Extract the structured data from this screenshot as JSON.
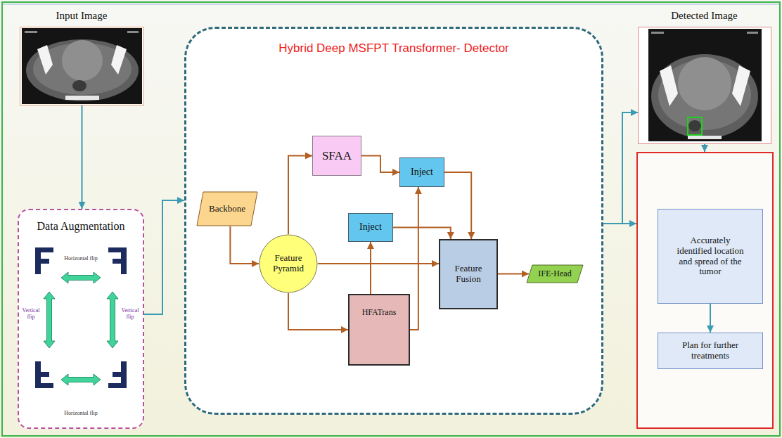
{
  "diagram": {
    "nodes": [
      {
        "text": [
          "Input Image"
        ]
      },
      {
        "text": [
          "Data Augmentation",
          "Horizontal flip",
          "Vertical flip",
          "Vertical flip",
          "Horizontal flip"
        ]
      },
      {
        "text": [
          "Hybrid Deep MSFPT Transformer- Detector"
        ]
      },
      {
        "text": [
          "Backbone"
        ],
        "in": 2
      },
      {
        "text": [
          "Feature Pyramid"
        ],
        "in": 2
      },
      {
        "text": [
          "SFAA"
        ],
        "in": 2
      },
      {
        "text": [
          "Inject"
        ],
        "in": 2
      },
      {
        "text": [
          "Inject"
        ],
        "in": 2
      },
      {
        "text": [
          "HFATrans"
        ],
        "in": 2
      },
      {
        "text": [
          "Feature Fusion"
        ],
        "in": 2
      },
      {
        "text": [
          "IFE-Head"
        ],
        "in": 2
      },
      {
        "text": [
          "Detected Image"
        ]
      },
      {
        "text": []
      },
      {
        "text": [
          "Accurately identified location and spread of the tumor"
        ],
        "in": 12
      },
      {
        "text": [
          "Plan for further treatments"
        ],
        "in": 12
      }
    ],
    "edges": [
      {
        "from": 0,
        "to": 1,
        "arrow": "to"
      },
      {
        "from": 1,
        "to": 2,
        "arrow": "to"
      },
      {
        "from": 3,
        "to": 4,
        "arrow": "to"
      },
      {
        "from": 4,
        "to": 5,
        "arrow": "to"
      },
      {
        "from": 5,
        "to": 6,
        "arrow": "to"
      },
      {
        "from": 4,
        "to": 9,
        "arrow": "to"
      },
      {
        "from": 4,
        "to": 8,
        "arrow": "to"
      },
      {
        "from": 8,
        "to": 7,
        "arrow": "to"
      },
      {
        "from": 8,
        "to": 6,
        "arrow": "to"
      },
      {
        "from": 6,
        "to": 9,
        "arrow": "to"
      },
      {
        "from": 7,
        "to": 9,
        "arrow": "to"
      },
      {
        "from": 9,
        "to": 10,
        "arrow": "to"
      },
      {
        "from": 2,
        "to": 11,
        "arrow": "to"
      },
      {
        "from": 2,
        "to": 12,
        "arrow": "to"
      },
      {
        "from": 11,
        "to": 12,
        "arrow": "to"
      },
      {
        "from": 13,
        "to": 14,
        "arrow": "to"
      }
    ]
  }
}
